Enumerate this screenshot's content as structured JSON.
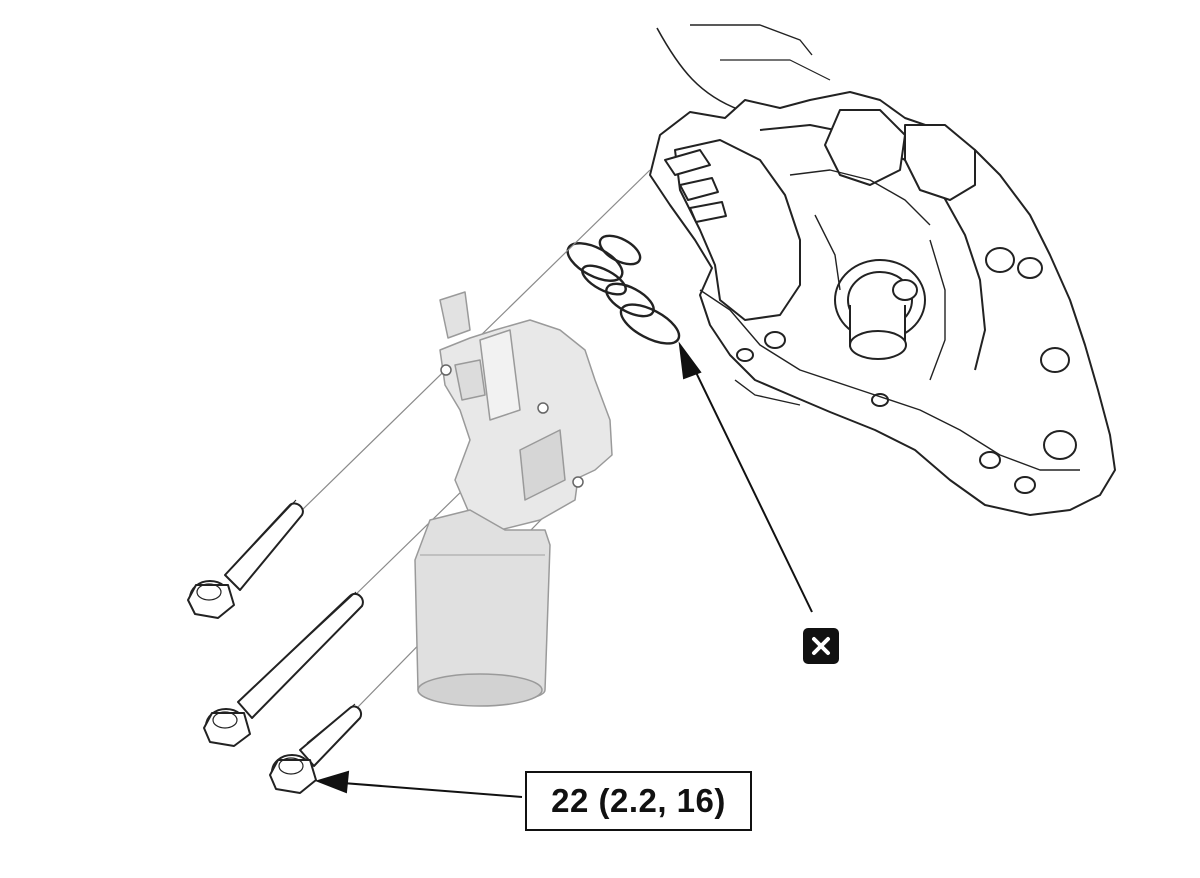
{
  "callouts": {
    "torque_spec": "22 (2.2, 16)",
    "replace_part_icon": "replace-part-icon"
  },
  "parts": {
    "oil_pump_housing": "oil-pump-housing",
    "oil_strainer": "oil-strainer",
    "o_rings": "o-rings",
    "flange_bolts": "flange-bolts"
  },
  "colors": {
    "line": "#222222",
    "part_fill": "#ffffff",
    "strainer_fill": "#e6e6e6",
    "strainer_shadow": "#cfcfcf"
  }
}
